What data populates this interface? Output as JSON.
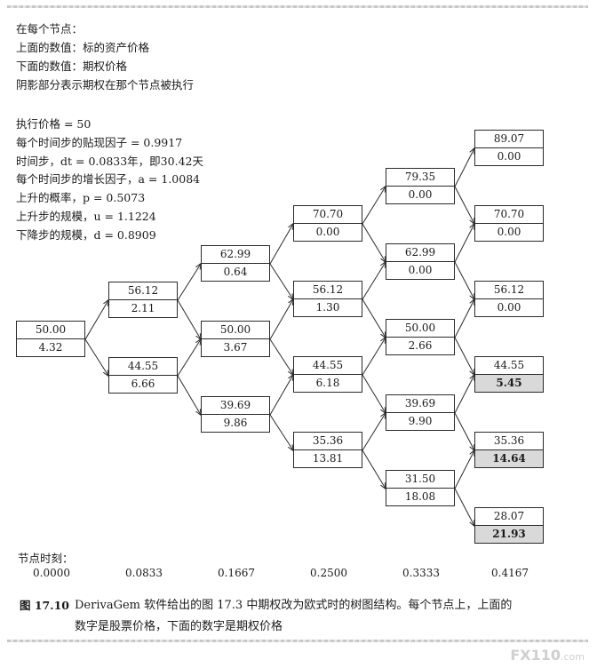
{
  "legend": {
    "title": "在每个节点：",
    "upper": "上面的数值：标的资产价格",
    "lower": "下面的数值：期权价格",
    "shaded": "阴影部分表示期权在那个节点被执行"
  },
  "params": [
    "执行价格 = 50",
    "每个时间步的贴现因子 = 0.9917",
    "时间步，dt = 0.0833年，即30.42天",
    "每个时间步的增长因子，a = 1.0084",
    "上升的概率，p = 0.5073",
    "上升步的规模，u = 1.1224",
    "下降步的规模，d = 0.8909"
  ],
  "tree": {
    "steps": [
      [
        {
          "stock": "50.00",
          "option": "4.32"
        }
      ],
      [
        {
          "stock": "56.12",
          "option": "2.11"
        },
        {
          "stock": "44.55",
          "option": "6.66"
        }
      ],
      [
        {
          "stock": "62.99",
          "option": "0.64"
        },
        {
          "stock": "50.00",
          "option": "3.67"
        },
        {
          "stock": "39.69",
          "option": "9.86"
        }
      ],
      [
        {
          "stock": "70.70",
          "option": "0.00"
        },
        {
          "stock": "56.12",
          "option": "1.30"
        },
        {
          "stock": "44.55",
          "option": "6.18"
        },
        {
          "stock": "35.36",
          "option": "13.81"
        }
      ],
      [
        {
          "stock": "79.35",
          "option": "0.00"
        },
        {
          "stock": "62.99",
          "option": "0.00"
        },
        {
          "stock": "50.00",
          "option": "2.66"
        },
        {
          "stock": "39.69",
          "option": "9.90"
        },
        {
          "stock": "31.50",
          "option": "18.08"
        }
      ],
      [
        {
          "stock": "89.07",
          "option": "0.00"
        },
        {
          "stock": "70.70",
          "option": "0.00"
        },
        {
          "stock": "56.12",
          "option": "0.00"
        },
        {
          "stock": "44.55",
          "option": "5.45",
          "exercised": true
        },
        {
          "stock": "35.36",
          "option": "14.64",
          "exercised": true
        },
        {
          "stock": "28.07",
          "option": "21.93",
          "exercised": true
        }
      ]
    ]
  },
  "time": {
    "label": "节点时刻：",
    "values": [
      "0.0000",
      "0.0833",
      "0.1667",
      "0.2500",
      "0.3333",
      "0.4167"
    ]
  },
  "caption": {
    "number": "图 17.10",
    "line1": "DerivaGem 软件给出的图 17.3 中期权改为欧式时的树图结构。每个节点上，上面的",
    "line2": "数字是股票价格，下面的数字是期权价格"
  },
  "watermark": {
    "brand": "FX110",
    "suffix": ".com"
  }
}
